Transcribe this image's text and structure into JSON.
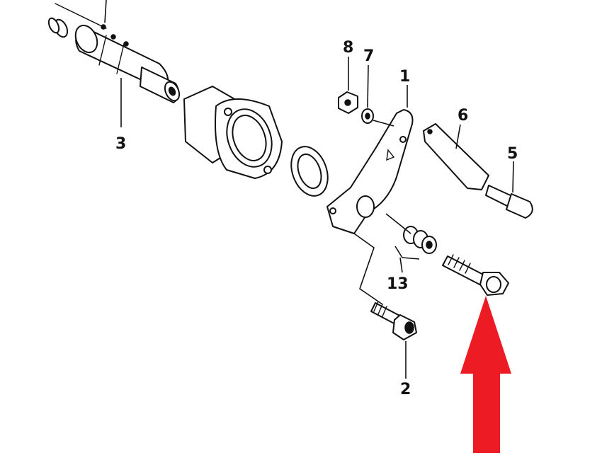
{
  "diagram": {
    "callouts": {
      "c1": "1",
      "c2": "2",
      "c3": "3",
      "c5": "5",
      "c6": "6",
      "c7": "7",
      "c8": "8",
      "c13": "13"
    },
    "arrow_color": "#ED1C24",
    "line_color": "#111111"
  }
}
